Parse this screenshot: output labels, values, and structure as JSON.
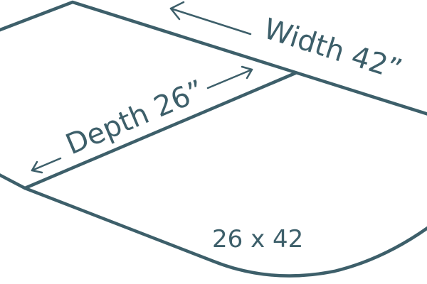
{
  "colors": {
    "stroke": "#3d5f6a",
    "background": "#ffffff"
  },
  "labels": {
    "width": "Width 42”",
    "depth": "Depth 26”",
    "size": "26 x 42"
  },
  "icons": [
    "arrow-left-icon",
    "arrow-right-icon"
  ]
}
